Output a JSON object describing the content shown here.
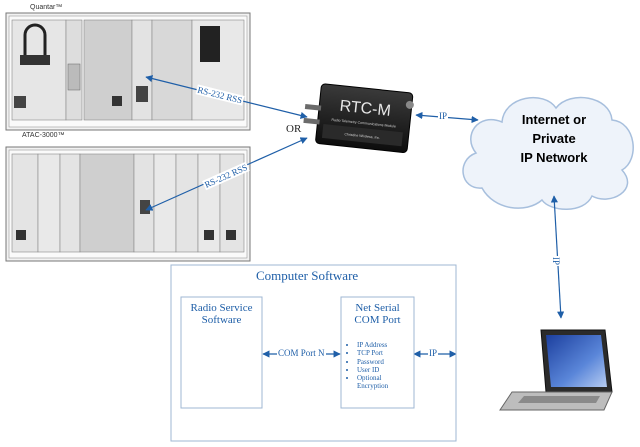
{
  "equipment": {
    "quantar_label": "Quantar™",
    "atac_label": "ATAC-3000™"
  },
  "device": {
    "name": "RTC-M",
    "subtitle": "Radio Telemetry Communications Module",
    "maker": "Christine Wireless, Inc."
  },
  "connections": {
    "rs232_top": "RS-232 RSS",
    "rs232_bottom": "RS-232 RSS",
    "or_label": "OR",
    "ip_device_cloud": "IP",
    "ip_cloud_laptop": "IP",
    "com_port_n": "COM Port N",
    "ip_software": "IP"
  },
  "cloud": {
    "line1": "Internet or",
    "line2": "Private",
    "line3": "IP Network"
  },
  "software": {
    "title": "Computer Software",
    "radio_service": {
      "line1": "Radio Service",
      "line2": "Software"
    },
    "net_serial": {
      "line1": "Net Serial",
      "line2": "COM Port",
      "features": [
        "IP Address",
        "TCP Port",
        "Password",
        "User ID",
        "Optional Encryption"
      ]
    }
  },
  "colors": {
    "connector": "#1f5fa8",
    "box_border": "#9fb7d3",
    "cloud_fill": "#eef3fa",
    "cloud_stroke": "#a7bfdd"
  }
}
